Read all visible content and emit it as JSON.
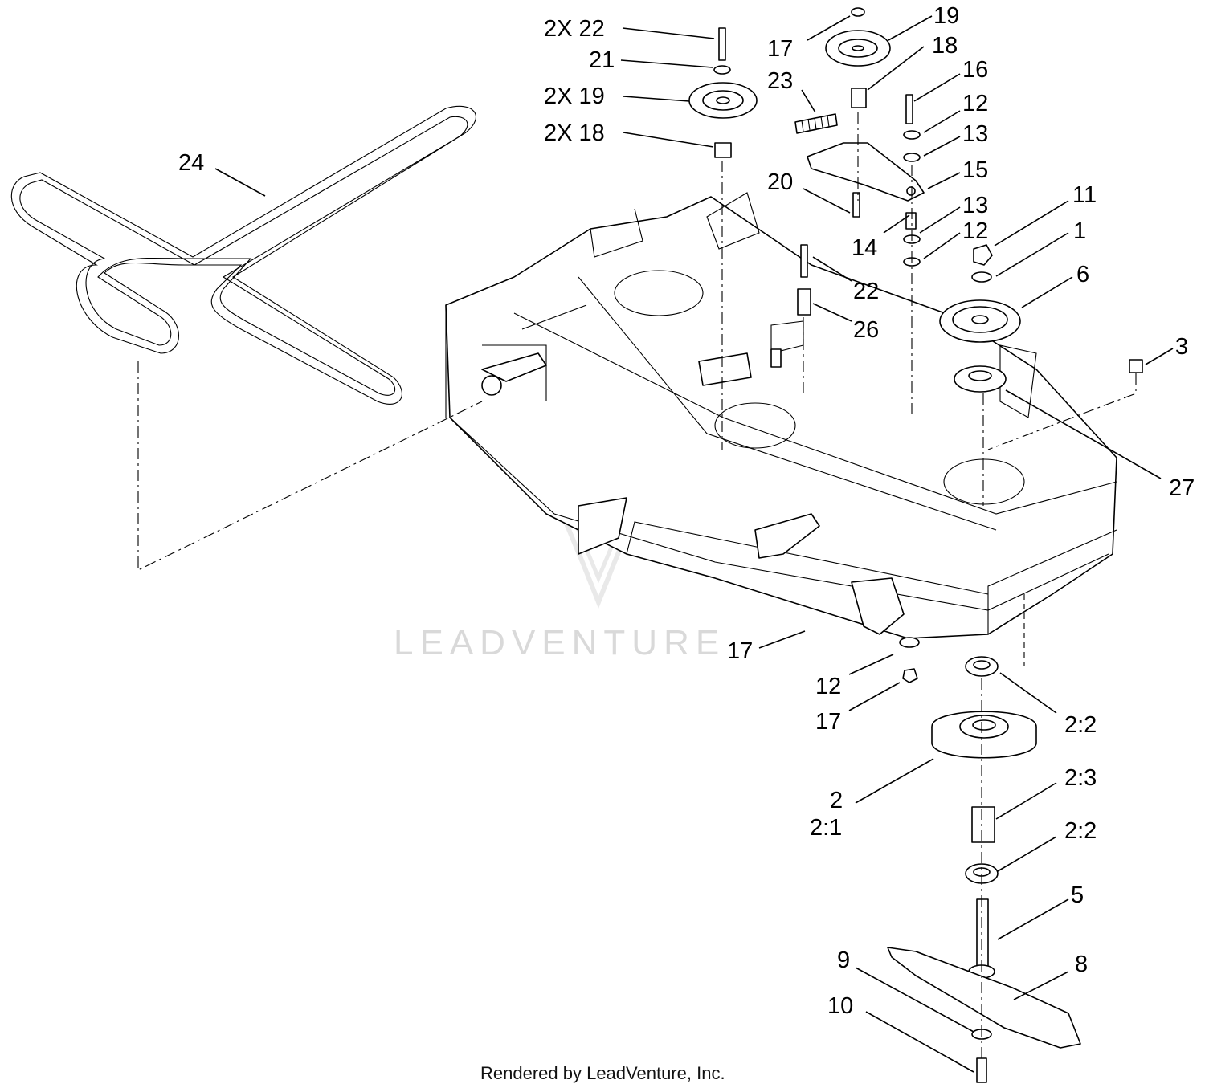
{
  "watermark": {
    "text": "LEADVENTURE"
  },
  "footer": {
    "text": "Rendered by LeadVenture, Inc."
  },
  "callouts": [
    "2X 22",
    "21",
    "2X 19",
    "2X 18",
    "17",
    "19",
    "18",
    "23",
    "16",
    "12",
    "13",
    "15",
    "20",
    "14",
    "13",
    "12",
    "11",
    "1",
    "22",
    "26",
    "6",
    "3",
    "24",
    "27",
    "17",
    "12",
    "17",
    "2:2",
    "2",
    "2:1",
    "2:3",
    "2:2",
    "5",
    "9",
    "8",
    "10"
  ]
}
